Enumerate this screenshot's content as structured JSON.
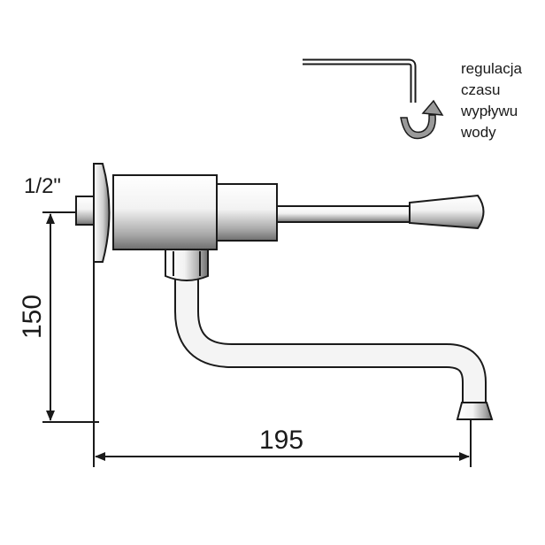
{
  "labels": {
    "thread": "1/2\"",
    "height": "150",
    "width": "195",
    "note_lines": [
      "regulacja",
      "czasu",
      "wypływu",
      "wody"
    ]
  },
  "colors": {
    "line": "#1a1a1a",
    "metal_light": "#ffffff",
    "metal_dark": "#6e6e6e",
    "arrow_fill": "#9a9a9a"
  }
}
